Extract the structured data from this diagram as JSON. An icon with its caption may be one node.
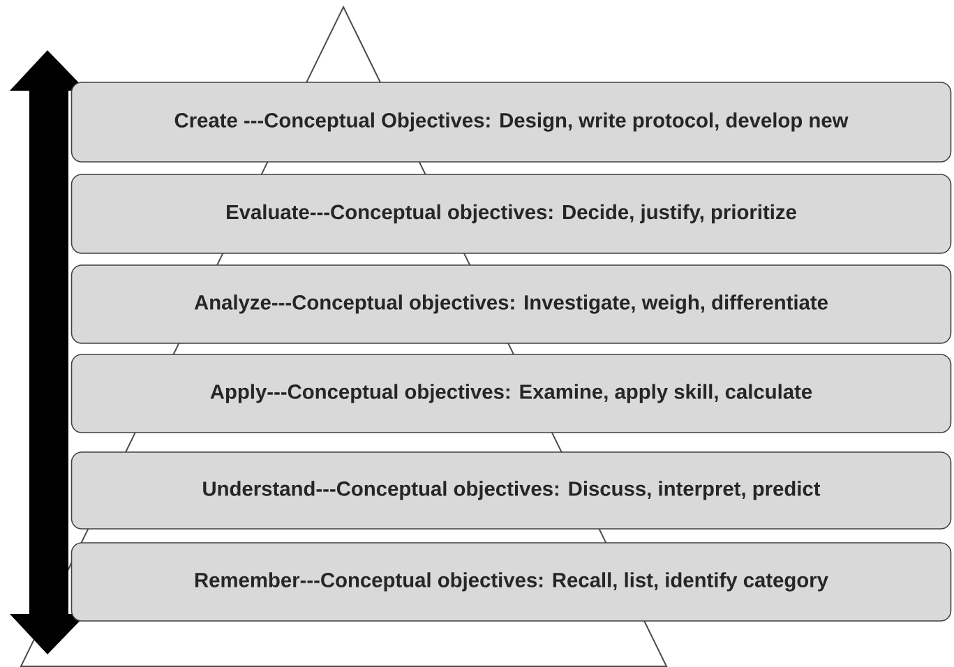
{
  "diagram": {
    "nodes": [
      {
        "text": [
          "Create ---Conceptual Objectives: Design, write protocol, develop new"
        ]
      },
      {
        "text": [
          "Evaluate---Conceptual objectives: Decide, justify, prioritize"
        ]
      },
      {
        "text": [
          "Analyze---Conceptual objectives: Investigate, weigh, differentiate"
        ]
      },
      {
        "text": [
          "Apply---Conceptual objectives: Examine, apply skill, calculate"
        ]
      },
      {
        "text": [
          "Understand---Conceptual objectives: Discuss, interpret, predict"
        ]
      },
      {
        "text": [
          "Remember---Conceptual objectives: Recall, list, identify category"
        ]
      }
    ]
  }
}
